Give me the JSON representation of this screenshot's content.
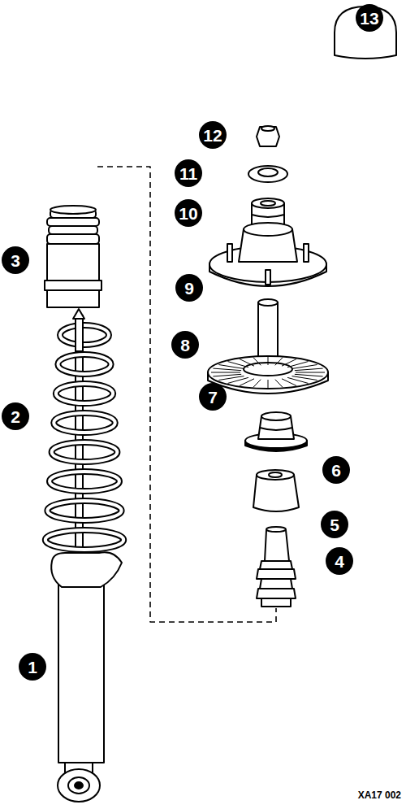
{
  "diagram": {
    "nodes": [
      {
        "text": [
          "1"
        ]
      },
      {
        "text": [
          "2"
        ]
      },
      {
        "text": [
          "3"
        ]
      },
      {
        "text": [
          "4"
        ]
      },
      {
        "text": [
          "5"
        ]
      },
      {
        "text": [
          "6"
        ]
      },
      {
        "text": [
          "7"
        ]
      },
      {
        "text": [
          "8"
        ]
      },
      {
        "text": [
          "9"
        ]
      },
      {
        "text": [
          "10"
        ]
      },
      {
        "text": [
          "11"
        ]
      },
      {
        "text": [
          "12"
        ]
      },
      {
        "text": [
          "13"
        ]
      }
    ],
    "labels": [
      "XA17 002"
    ]
  }
}
